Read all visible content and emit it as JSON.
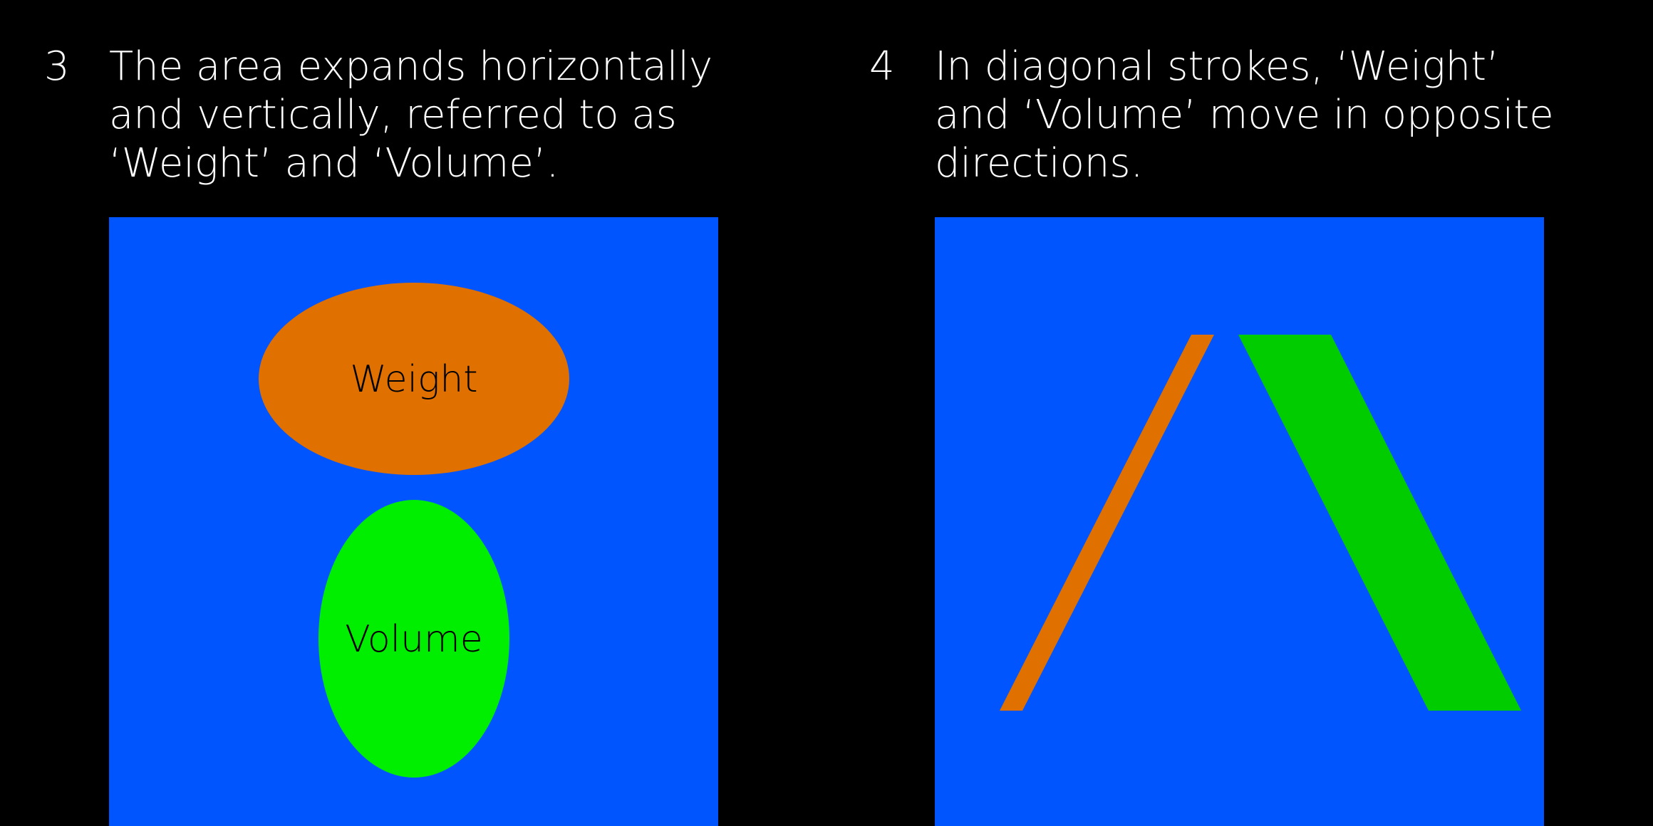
{
  "steps": [
    {
      "number": "3",
      "text": "The area expands horizontally and vertically, referred to as ‘Weight’ and ‘Volume’.",
      "weight_label": "Weight",
      "volume_label": "Volume"
    },
    {
      "number": "4",
      "text": "In diagonal strokes, ‘Weight’ and ‘Volume’ move in opposite directions."
    }
  ],
  "colors": {
    "background": "#000000",
    "panel": "#0055ff",
    "weight": "#e07000",
    "volume_bright": "#00ee00",
    "volume_dark": "#00cc00",
    "text": "#ffffff",
    "label": "#000000"
  }
}
